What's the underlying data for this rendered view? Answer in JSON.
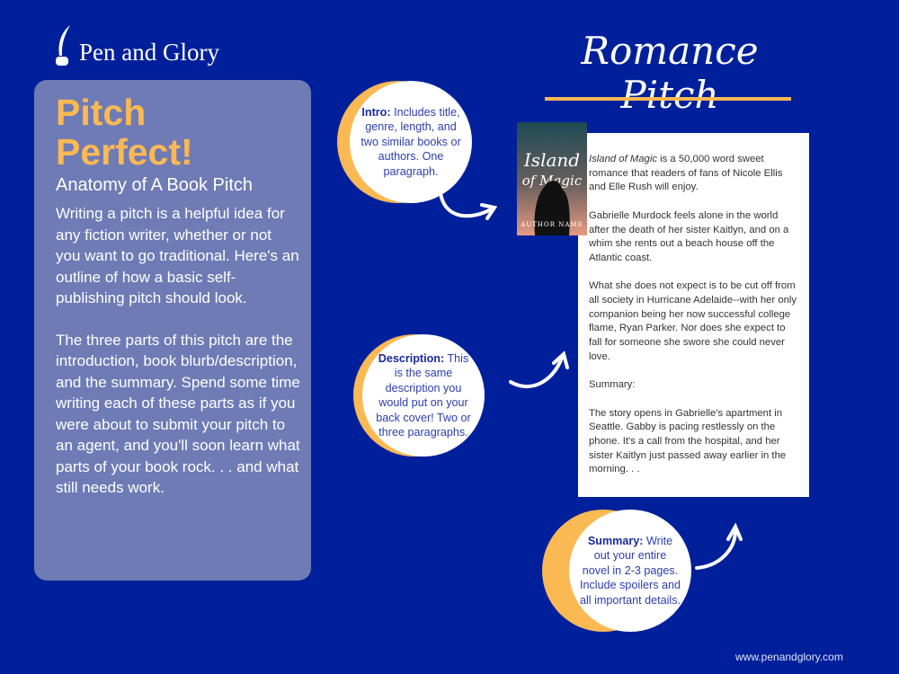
{
  "brand": {
    "name": "Pen and Glory",
    "icon": "quill-inkwell-icon",
    "url": "www.penandglory.com"
  },
  "colors": {
    "background": "#00209b",
    "panel": "#6f7bb5",
    "accent": "#fbb954"
  },
  "left_panel": {
    "title_line1": "Pitch",
    "title_line2": "Perfect!",
    "subtitle": "Anatomy of A Book Pitch",
    "paragraph1": "Writing a pitch is a helpful idea for any fiction writer, whether or not you want to go traditional. Here's an outline of how a basic self-publishing pitch should look.",
    "paragraph2": "The three parts of this pitch are the introduction, book blurb/description, and the summary.  Spend some time writing each of these parts as if you were about to submit your pitch to an agent, and you'll soon learn what parts of your book rock. . . and what still needs work."
  },
  "right": {
    "title": "Romance Pitch"
  },
  "cover": {
    "title_line1": "Island",
    "title_line2": "of Magic",
    "author": "AUTHOR NAME"
  },
  "document": {
    "p1_italic": "Island of Magic",
    "p1_rest": " is a 50,000 word sweet romance that readers of  fans of Nicole Ellis and Elle Rush will enjoy.",
    "p2": "Gabrielle Murdock feels alone in the world after the death of her sister Kaitlyn, and on a whim she rents out a beach house off the Atlantic coast.",
    "p3": "What she does not expect is to be cut off from all society in Hurricane Adelaide--with her only companion being her now successful college flame, Ryan Parker. Nor does she expect to fall for someone she swore she could never love.",
    "p4": "Summary:",
    "p5": "The story opens in Gabrielle's apartment in Seattle. Gabby  is pacing restlessly on the phone. It's a call from the hospital, and her sister Kaitlyn just passed away earlier in the morning. . ."
  },
  "callouts": [
    {
      "label": "Intro:",
      "text": " Includes title, genre, length, and two similar books or authors. One paragraph."
    },
    {
      "label": "Description:",
      "text": " This is the same description you would put on your back cover! Two or three paragraphs."
    },
    {
      "label": "Summary:",
      "text": " Write out your entire novel in 2-3 pages. Include spoilers and all important details."
    }
  ]
}
